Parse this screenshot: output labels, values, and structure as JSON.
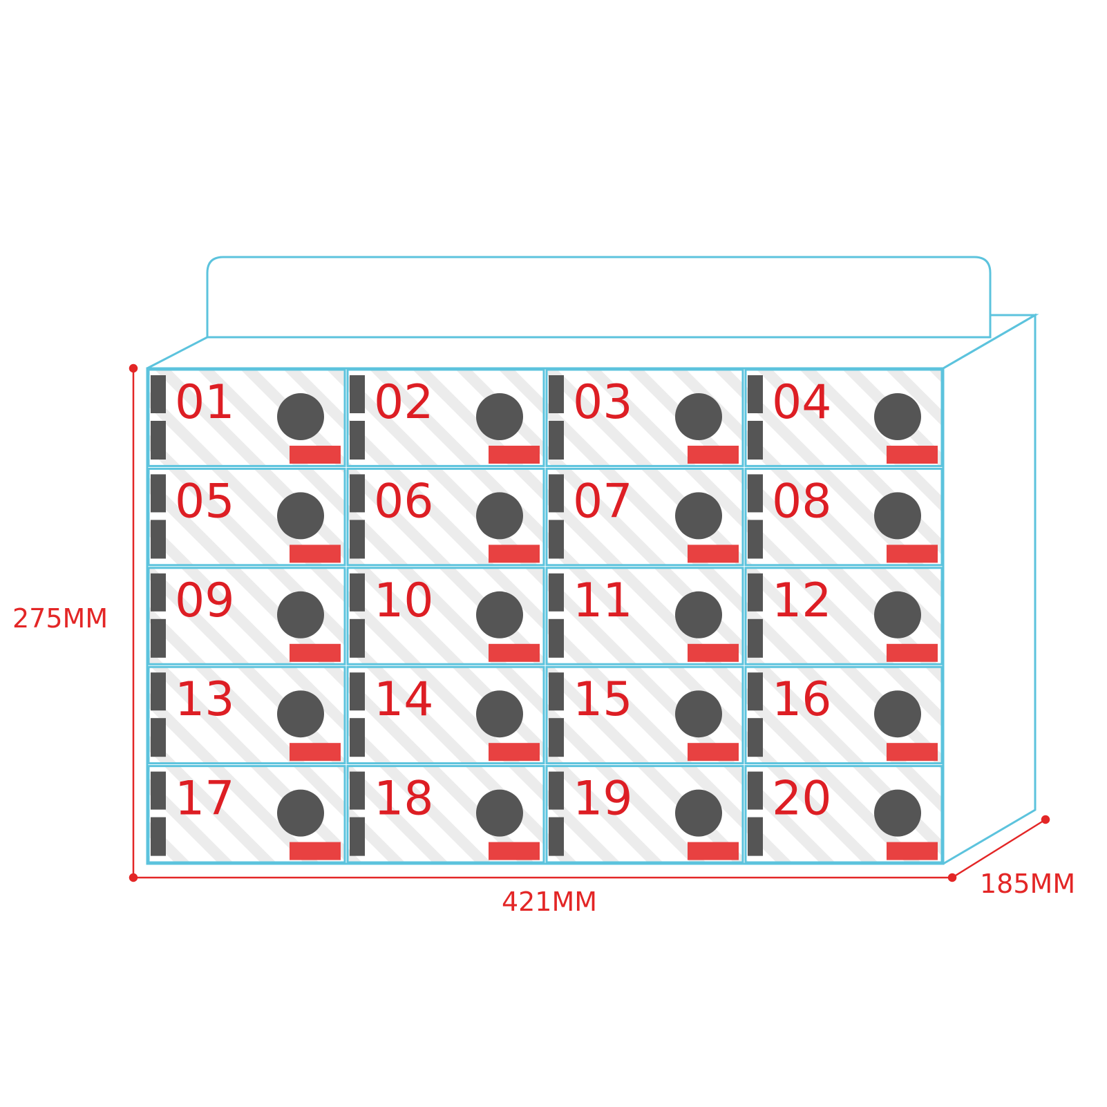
{
  "dimensions": {
    "height": "275MM",
    "width": "421MM",
    "depth": "185MM"
  },
  "cells": [
    "01",
    "02",
    "03",
    "04",
    "05",
    "06",
    "07",
    "08",
    "09",
    "10",
    "11",
    "12",
    "13",
    "14",
    "15",
    "16",
    "17",
    "18",
    "19",
    "20"
  ],
  "grid": {
    "columns": 4,
    "rows": 5
  },
  "colors": {
    "outline": "#5cc3dd",
    "number": "#dd1e24",
    "dimension": "#e32626",
    "button": "#555555",
    "bar": "#e84141",
    "stripe": "#e6e6e6",
    "hinge": "#555555"
  }
}
